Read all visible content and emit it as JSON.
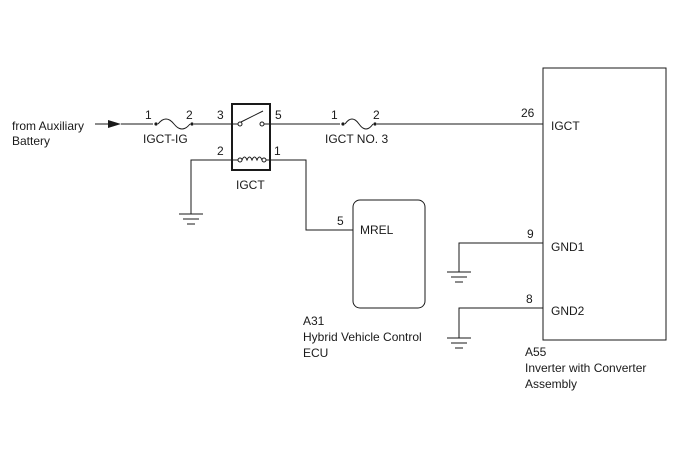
{
  "source": {
    "text": "from Auxiliary",
    "text2": "Battery"
  },
  "fuse_igct_ig": {
    "label": "IGCT-IG",
    "pin_in": "1",
    "pin_out": "2"
  },
  "relay_igct": {
    "label": "IGCT",
    "pin_3": "3",
    "pin_5": "5",
    "pin_2": "2",
    "pin_1": "1"
  },
  "fuse_igct_no3": {
    "label": "IGCT NO. 3",
    "pin_in": "1",
    "pin_out": "2"
  },
  "ecu_a31": {
    "code": "A31",
    "name_line1": "Hybrid Vehicle Control",
    "name_line2": "ECU",
    "pin_mrel": "5",
    "terminal_mrel": "MREL"
  },
  "inverter_a55": {
    "code": "A55",
    "name_line1": "Inverter with Converter",
    "name_line2": "Assembly",
    "pin_igct": "26",
    "terminal_igct": "IGCT",
    "pin_gnd1": "9",
    "terminal_gnd1": "GND1",
    "pin_gnd2": "8",
    "terminal_gnd2": "GND2"
  }
}
